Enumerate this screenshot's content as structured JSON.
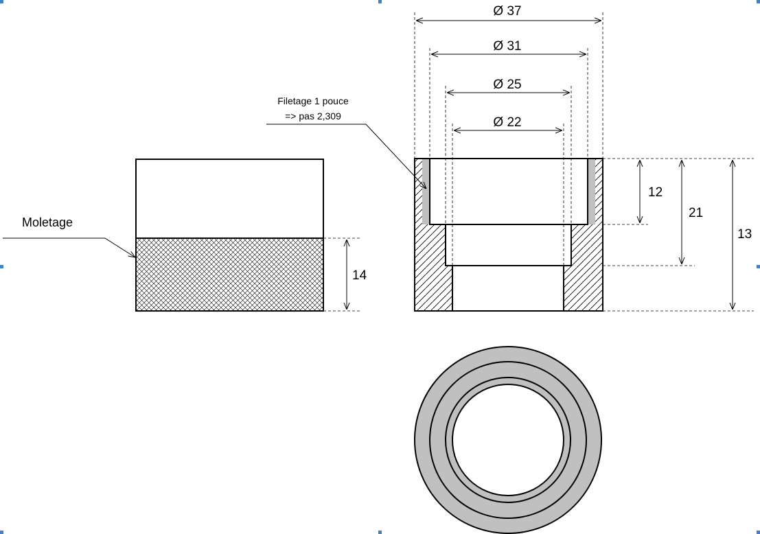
{
  "dimensions": {
    "diameters": [
      "Ø 37",
      "Ø 31",
      "Ø 25",
      "Ø 22"
    ],
    "heights": [
      "12",
      "21",
      "13"
    ],
    "knurl_height": "14"
  },
  "annotations": {
    "knurling": "Moletage",
    "thread_line1": "Filetage 1 pouce",
    "thread_line2": "=> pas 2,309"
  },
  "colors": {
    "section_fill": "#c0c0c0",
    "line": "#000000",
    "selection_handle": "#4a7fc1"
  }
}
